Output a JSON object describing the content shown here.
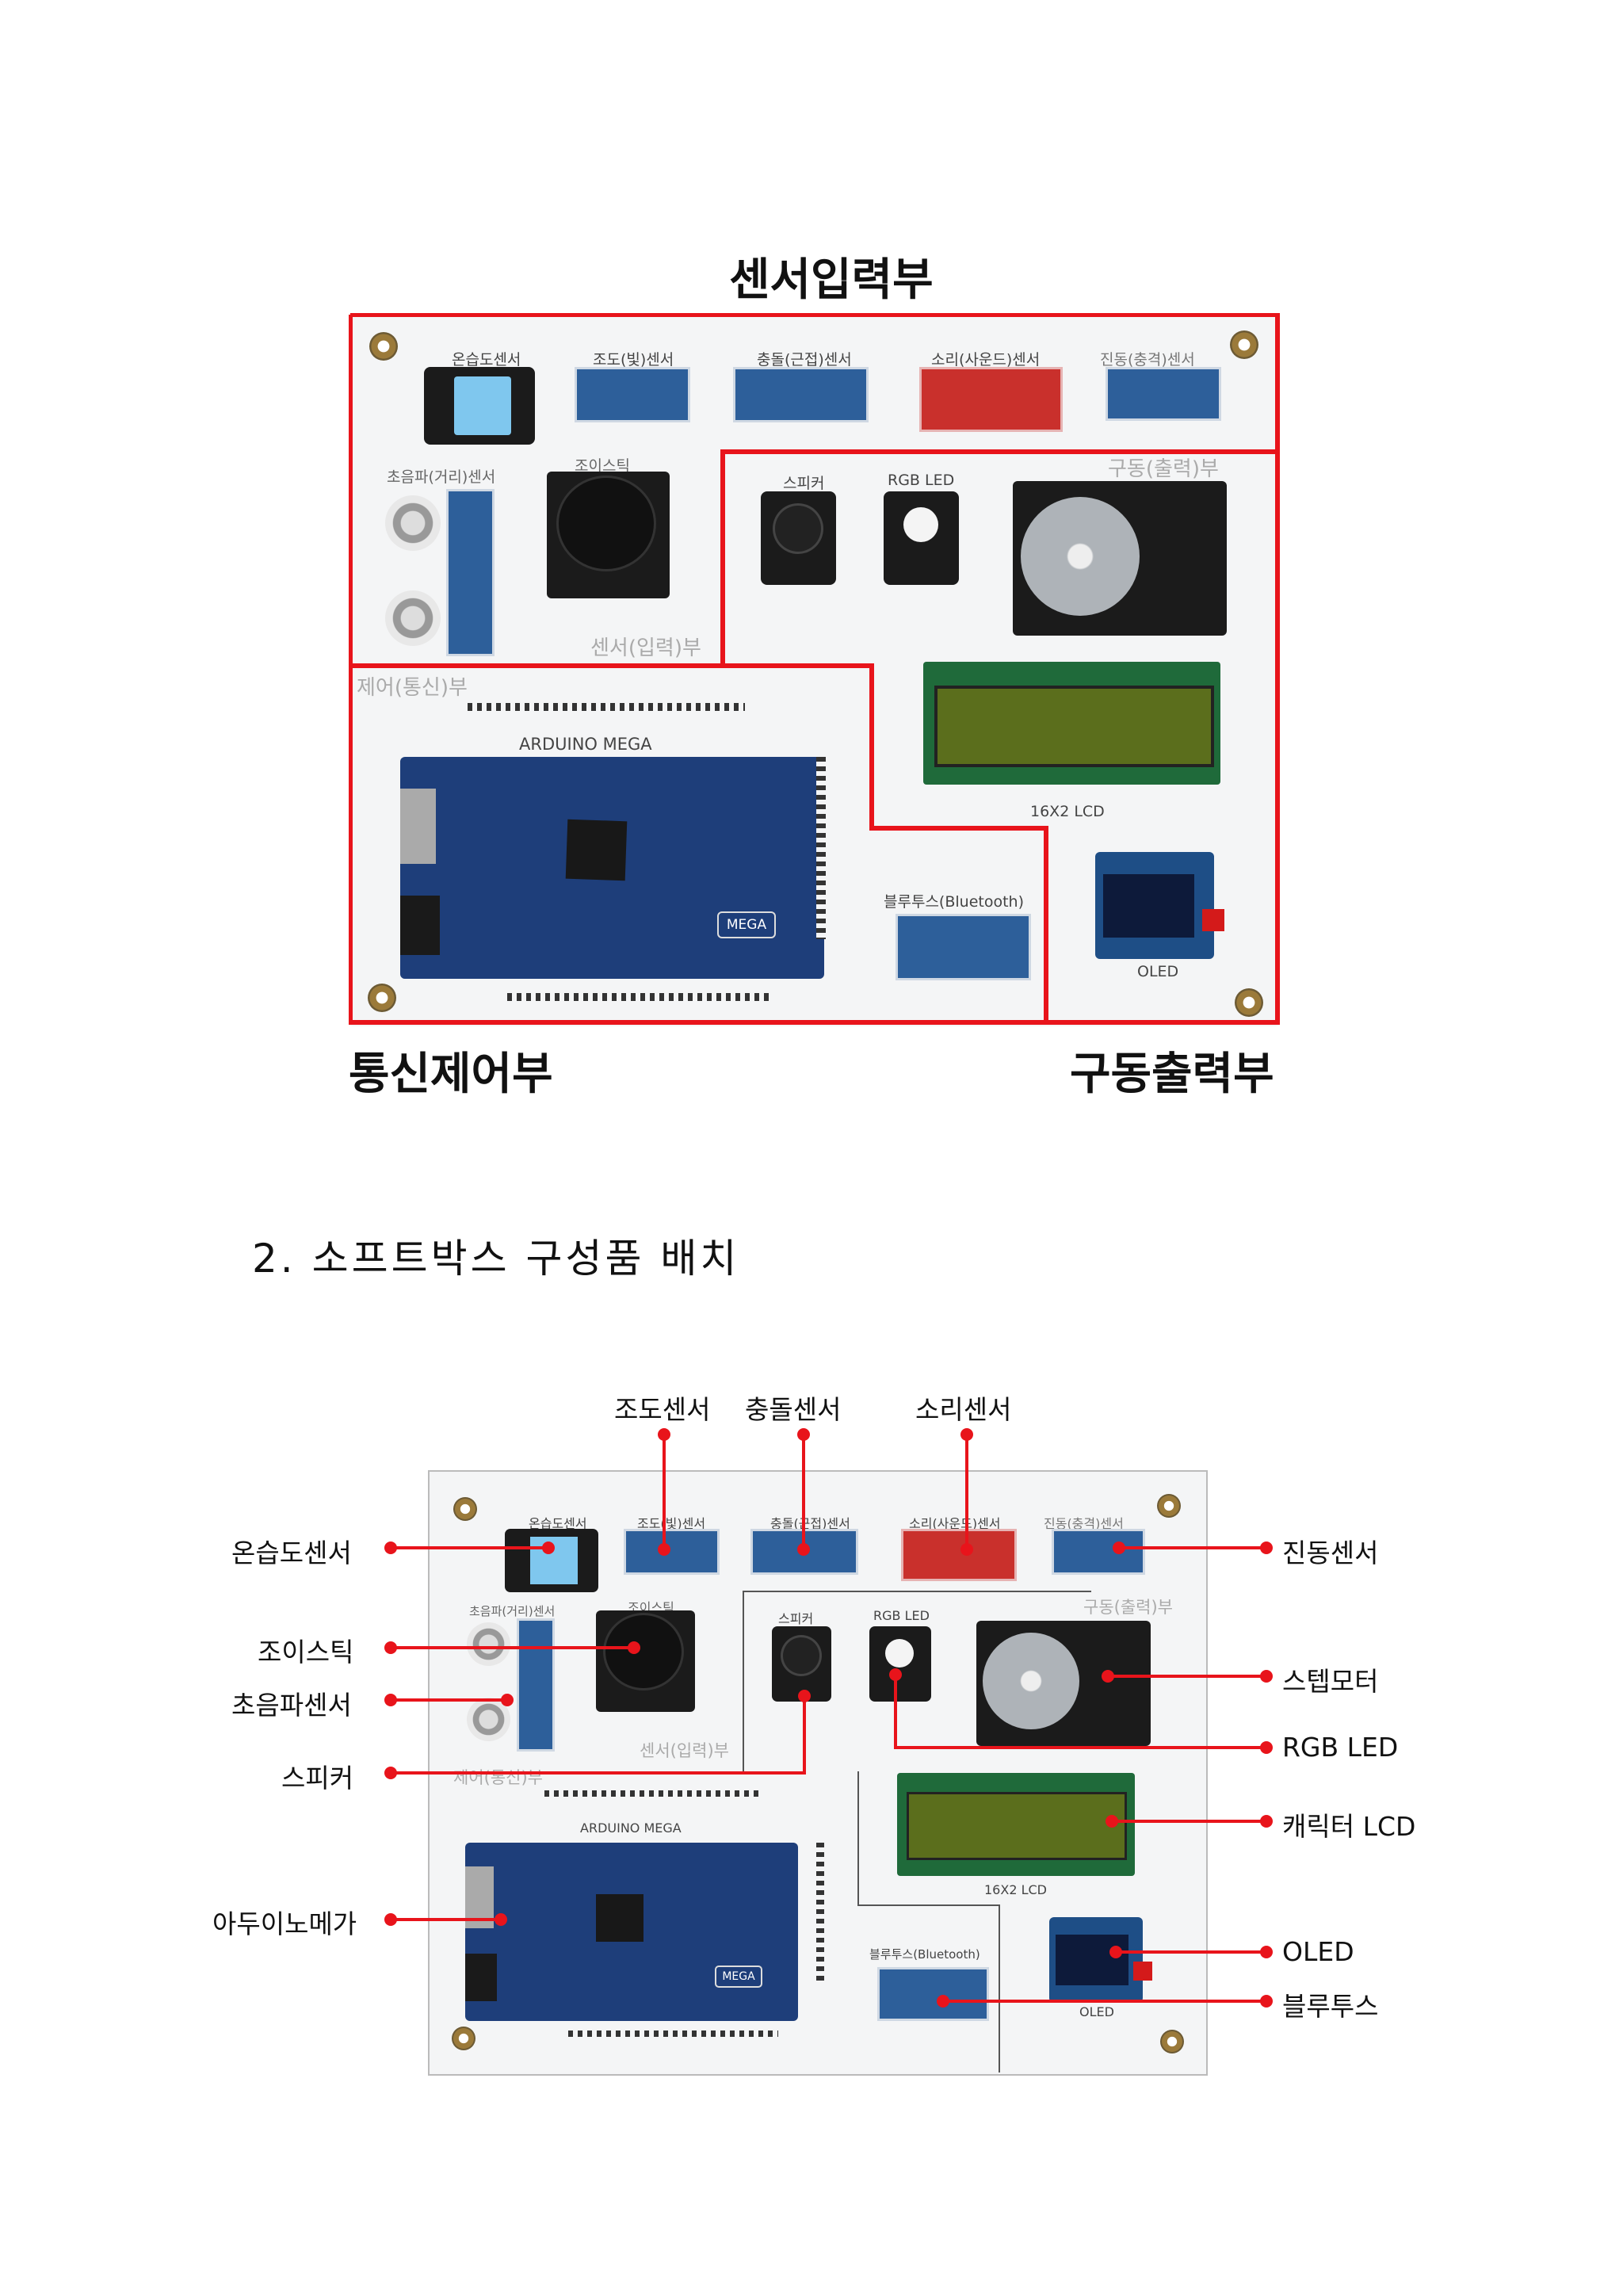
{
  "figure1": {
    "title_top": "센서입력부",
    "title_bottom_left": "통신제어부",
    "title_bottom_right": "구동출력부",
    "board_labels": {
      "temp_humidity": "온습도센서",
      "light": "조도(빛)센서",
      "collision": "충돌(근접)센서",
      "sound": "소리(사운드)센서",
      "vibration": "진동(충격)센서",
      "ultrasonic": "초음파(거리)센서",
      "joystick": "조이스틱",
      "speaker": "스피커",
      "rgb_led": "RGB LED",
      "actuator_area": "구동(출력)부",
      "sensor_area": "센서(입력)부",
      "control_area": "제어(통신)부",
      "arduino": "ARDUINO MEGA",
      "mega_badge": "MEGA",
      "lcd": "16X2 LCD",
      "bluetooth": "블루투스(Bluetooth)",
      "oled": "OLED"
    }
  },
  "section2": {
    "heading": "2.  소프트박스  구성품  배치"
  },
  "figure2": {
    "board_labels": {
      "temp_humidity": "온습도센서",
      "light": "조도(빛)센서",
      "collision": "충돌(근접)센서",
      "sound": "소리(사운드)센서",
      "vibration": "진동(충격)센서",
      "ultrasonic": "초음파(거리)센서",
      "joystick": "조이스틱",
      "speaker": "스피커",
      "rgb_led": "RGB LED",
      "actuator_area": "구동(출력)부",
      "sensor_area": "센서(입력)부",
      "control_area": "제어(통신)부",
      "arduino": "ARDUINO MEGA",
      "mega_badge": "MEGA",
      "lcd": "16X2 LCD",
      "bluetooth": "블루투스(Bluetooth)",
      "oled": "OLED"
    },
    "callouts": {
      "light": "조도센서",
      "collision": "충돌센서",
      "sound": "소리센서",
      "temp_humidity": "온습도센서",
      "joystick": "조이스틱",
      "ultrasonic": "초음파센서",
      "speaker": "스피커",
      "arduino": "아두이노메가",
      "vibration": "진동센서",
      "stepper": "스텝모터",
      "rgb_led": "RGB LED",
      "char_lcd": "캐릭터 LCD",
      "oled": "OLED",
      "bluetooth": "블루투스"
    },
    "callout_color": "#e8141b"
  },
  "colors": {
    "region_outline": "#e8141b",
    "pcb_blue": "#2d5f9a",
    "lcd_green": "#5b6e1c"
  }
}
